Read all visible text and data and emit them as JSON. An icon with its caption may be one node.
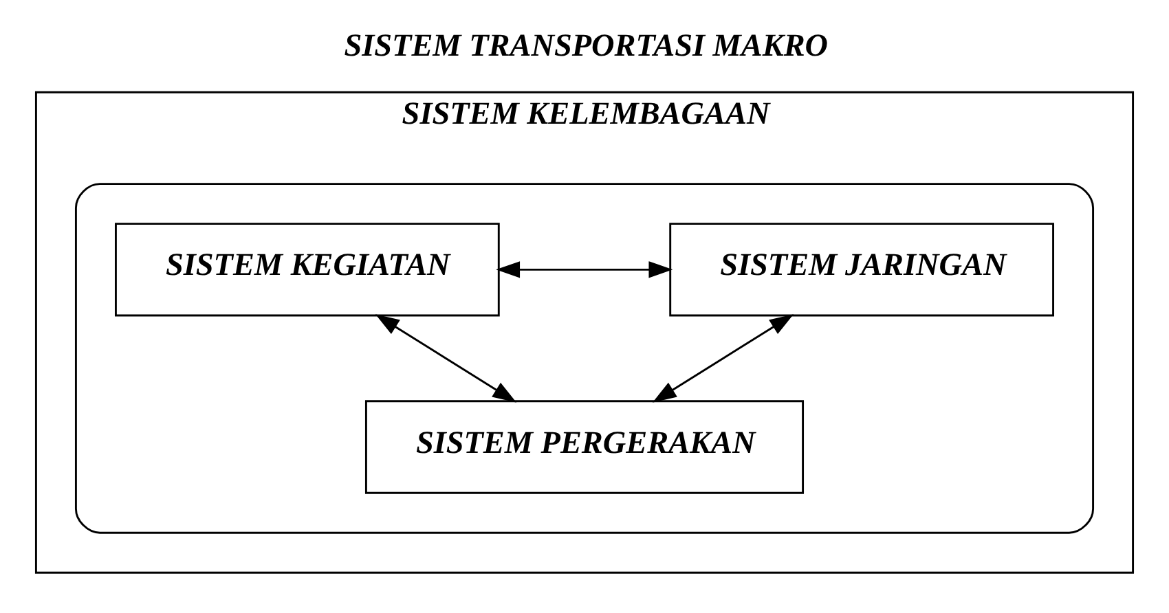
{
  "diagram": {
    "title": "SISTEM TRANSPORTASI MAKRO",
    "nodes": [
      {
        "text": [
          "SISTEM KELEMBAGAAN"
        ]
      },
      {
        "text": [],
        "shape": "ellipse",
        "in": 0
      },
      {
        "text": [
          "SISTEM KEGIATAN"
        ],
        "in": 1
      },
      {
        "text": [
          "SISTEM JARINGAN"
        ],
        "in": 1
      },
      {
        "text": [
          "SISTEM PERGERAKAN"
        ],
        "in": 1
      }
    ],
    "edges": [
      {
        "from": 2,
        "to": 3,
        "arrow": "both"
      },
      {
        "from": 2,
        "to": 4,
        "arrow": "both"
      },
      {
        "from": 3,
        "to": 4,
        "arrow": "both"
      }
    ]
  }
}
